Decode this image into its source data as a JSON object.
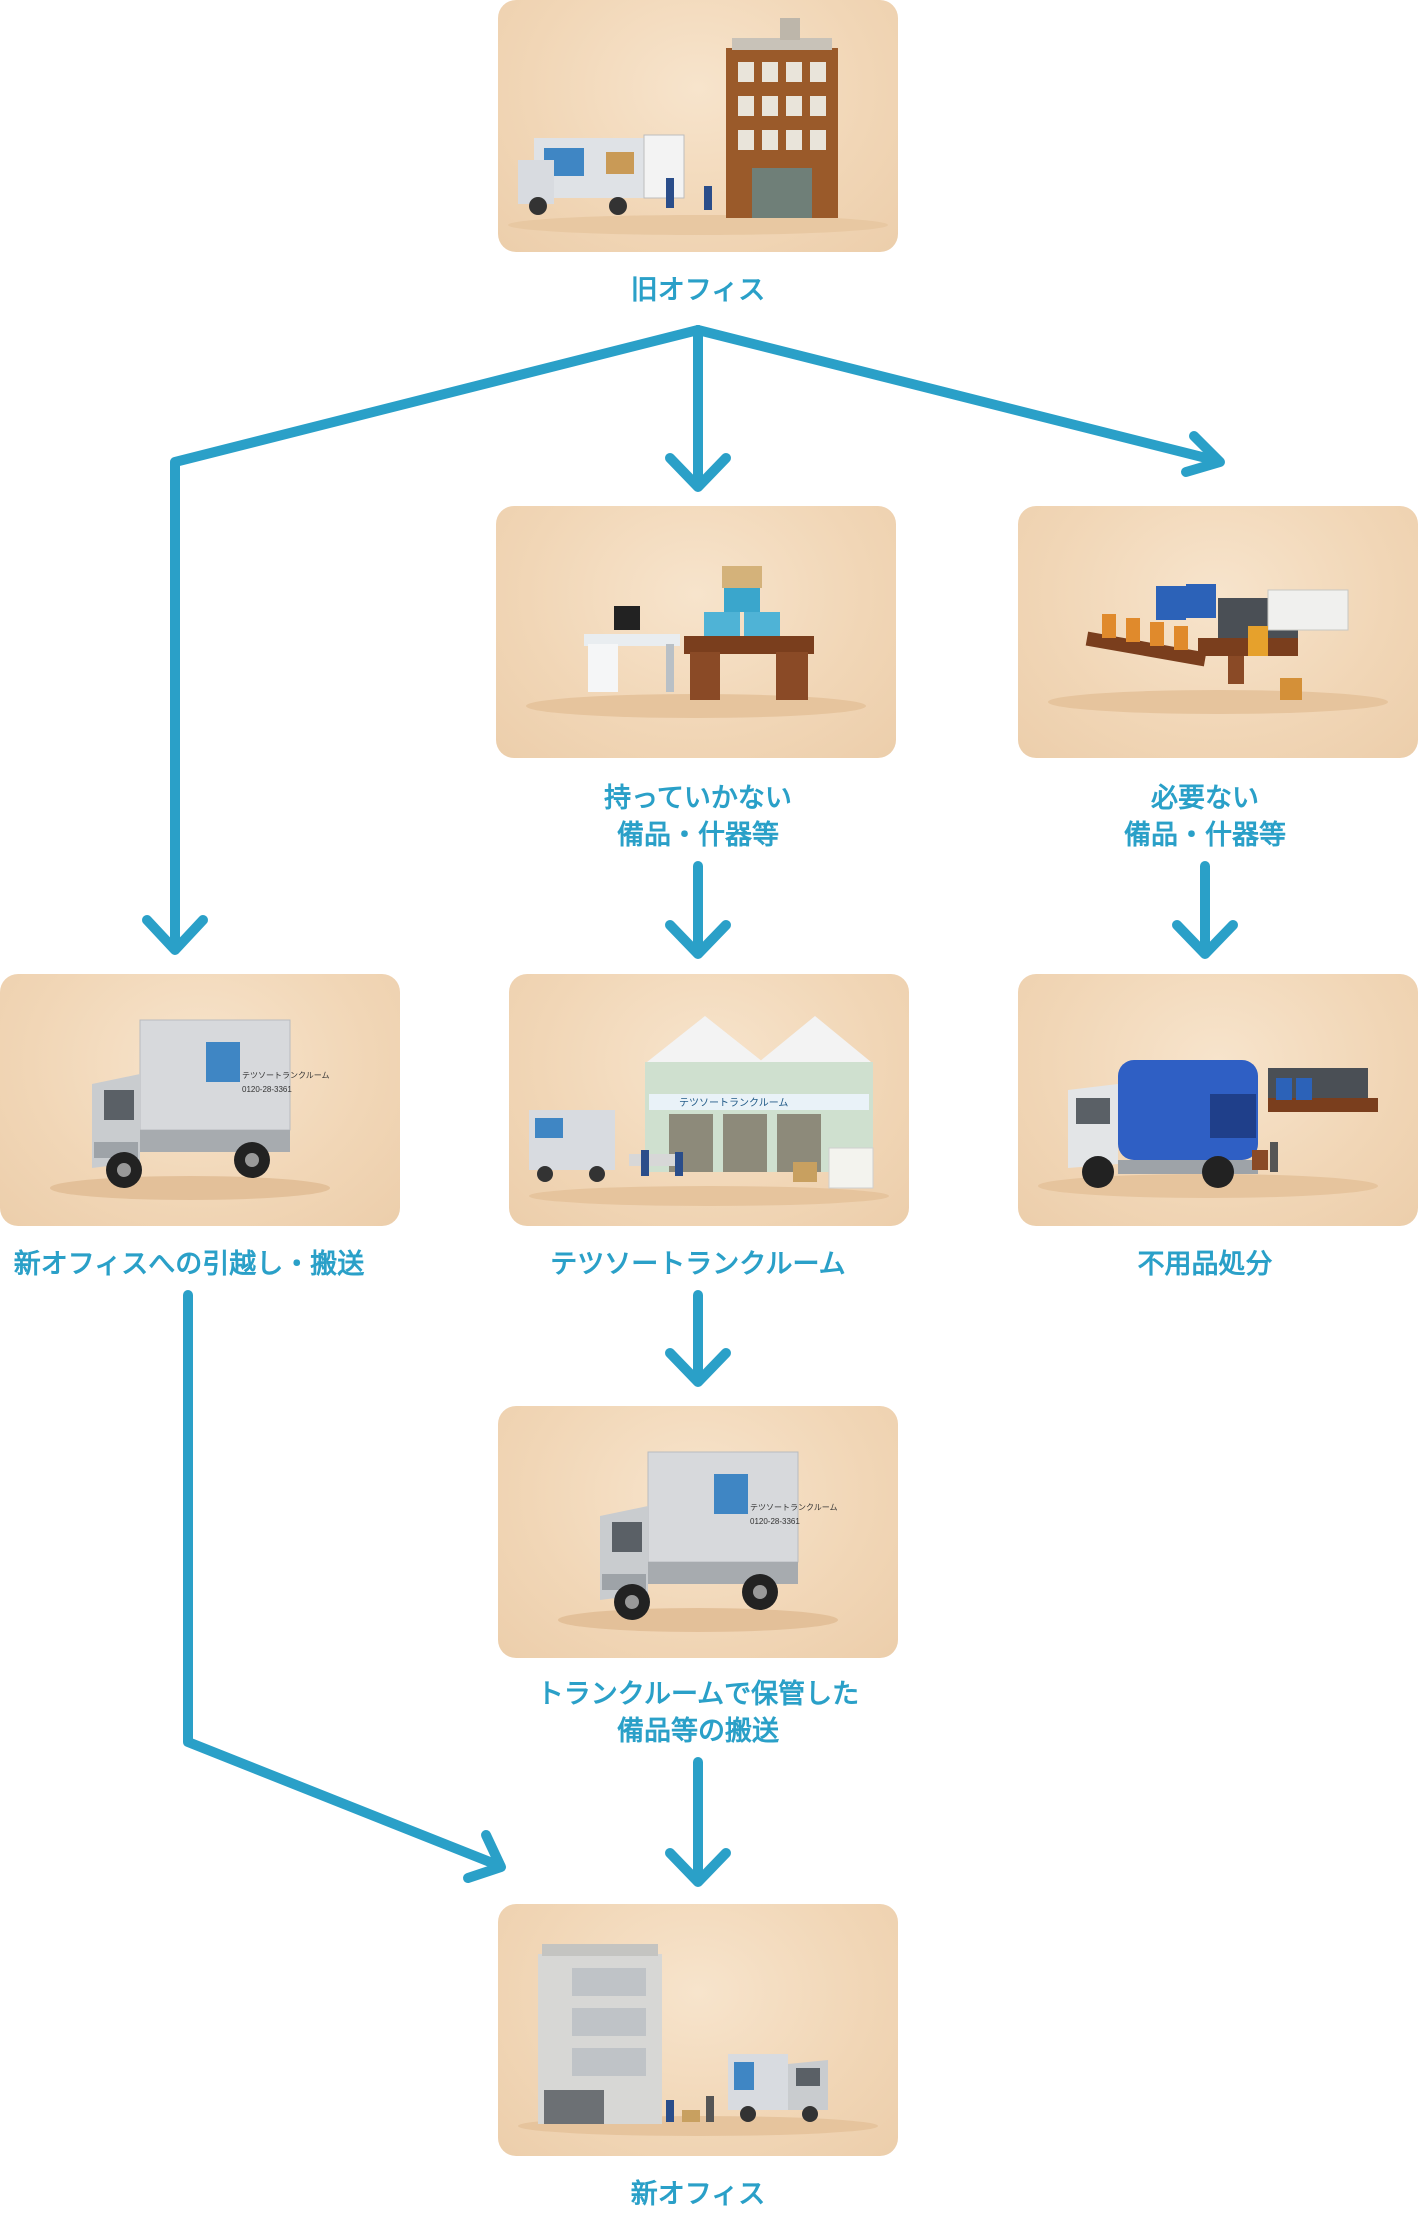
{
  "colors": {
    "arrow": "#2aa0c8",
    "label": "#2aa0c8",
    "card_bg": "#f2d9b9"
  },
  "nodes": {
    "old_office": {
      "label": "旧オフィス",
      "image": "old-office-truck-diorama"
    },
    "not_taken": {
      "label": "持っていかない\n備品・什器等",
      "image": "office-desk-boxes-diorama"
    },
    "unneeded": {
      "label": "必要ない\n備品・什器等",
      "image": "discarded-furniture-diorama"
    },
    "new_office_move": {
      "label": "新オフィスへの引越し・搬送",
      "image": "moving-truck"
    },
    "trunk_room": {
      "label": "テツソートランクルーム",
      "image": "warehouse-diorama"
    },
    "disposal": {
      "label": "不用品処分",
      "image": "garbage-truck-diorama"
    },
    "stored_delivery": {
      "label": "トランクルームで保管した\n備品等の搬送",
      "image": "moving-truck"
    },
    "new_office": {
      "label": "新オフィス",
      "image": "new-office-truck-diorama"
    }
  },
  "truck_text": {
    "company": "テツソートランクルーム",
    "phone": "0120-28-3361"
  },
  "warehouse_sign": "テツソートランクルーム"
}
